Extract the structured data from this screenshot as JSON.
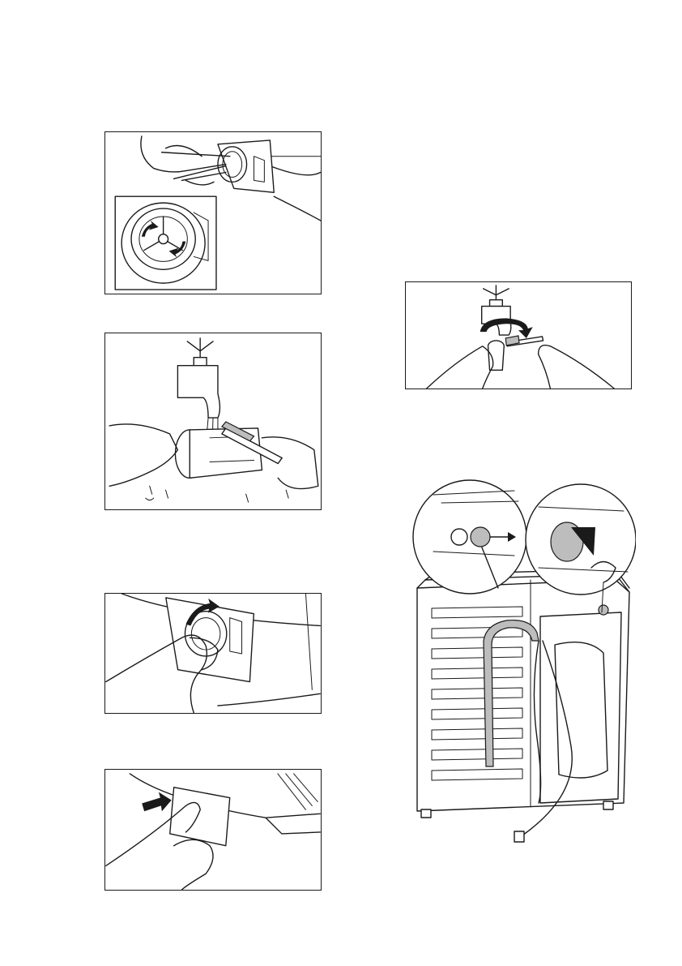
{
  "figures": [
    {
      "id": "filter-unscrew-with-coin",
      "icon": "unscrew-filter-icon"
    },
    {
      "id": "filter-rinse-under-tap",
      "icon": "rinse-filter-icon"
    },
    {
      "id": "filter-reinsert-turn",
      "icon": "insert-filter-icon"
    },
    {
      "id": "filter-door-close",
      "icon": "close-flap-icon"
    },
    {
      "id": "inlet-filter-brush-clean",
      "icon": "clean-inlet-icon"
    },
    {
      "id": "machine-rear-inlet-hose",
      "icon": "rear-hose-icon"
    }
  ],
  "colors": {
    "line": "#1a1a1a",
    "shade": "#bdbdbd",
    "background": "#ffffff"
  }
}
